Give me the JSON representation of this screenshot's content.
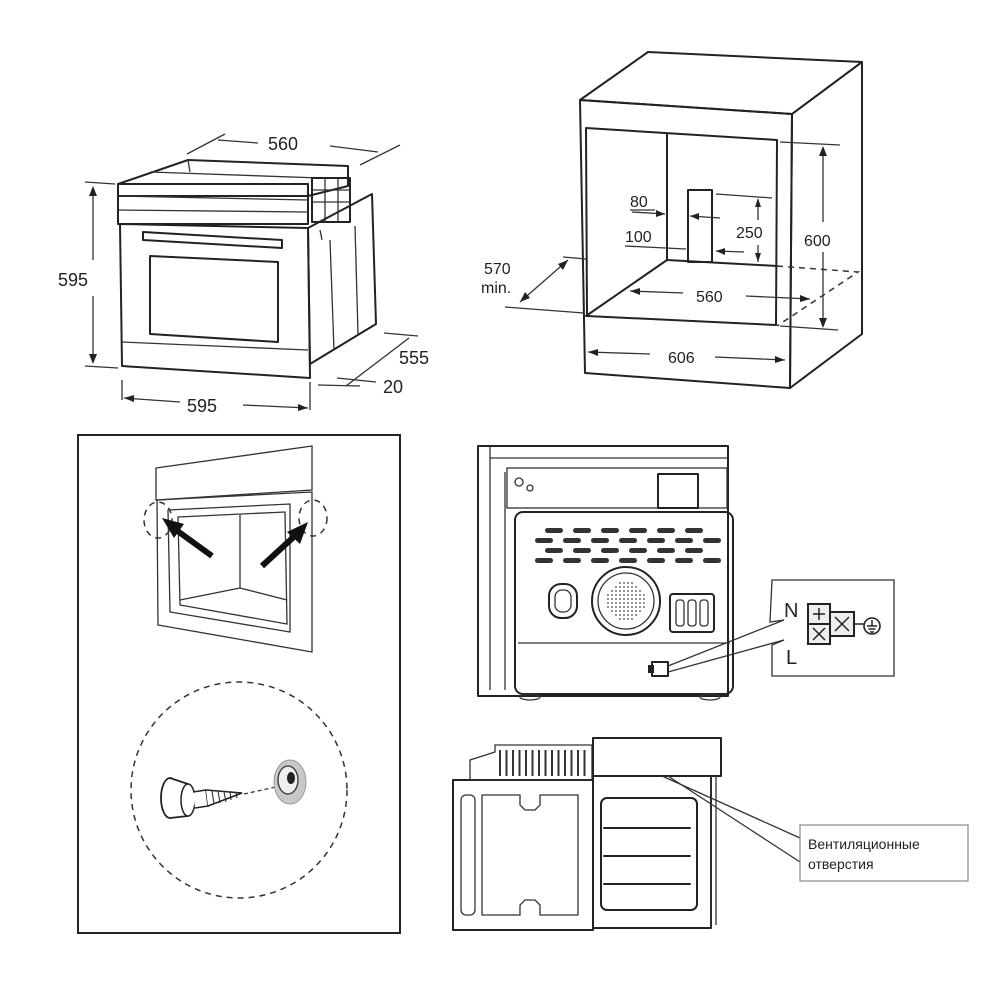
{
  "figure1_oven_dimensions": {
    "width_top": "560",
    "height": "595",
    "width_front": "595",
    "depth": "555",
    "front_panel": "20"
  },
  "figure2_niche_dimensions": {
    "opening_80": "80",
    "opening_100": "100",
    "opening_250": "250",
    "height": "600",
    "depth_value": "570",
    "depth_suffix": "min.",
    "inner_width": "560",
    "outer_width": "606"
  },
  "figure3_mounting": {
    "description": "Fixing screws through front frame into cabinet"
  },
  "figure4_wiring": {
    "terminal_n": "N",
    "terminal_l": "L",
    "ground_symbol": "⏚"
  },
  "figure5_ventilation": {
    "callout_line1": "Вентиляционные",
    "callout_line2": "отверстия"
  },
  "colors": {
    "line": "#222222",
    "background": "#ffffff"
  }
}
